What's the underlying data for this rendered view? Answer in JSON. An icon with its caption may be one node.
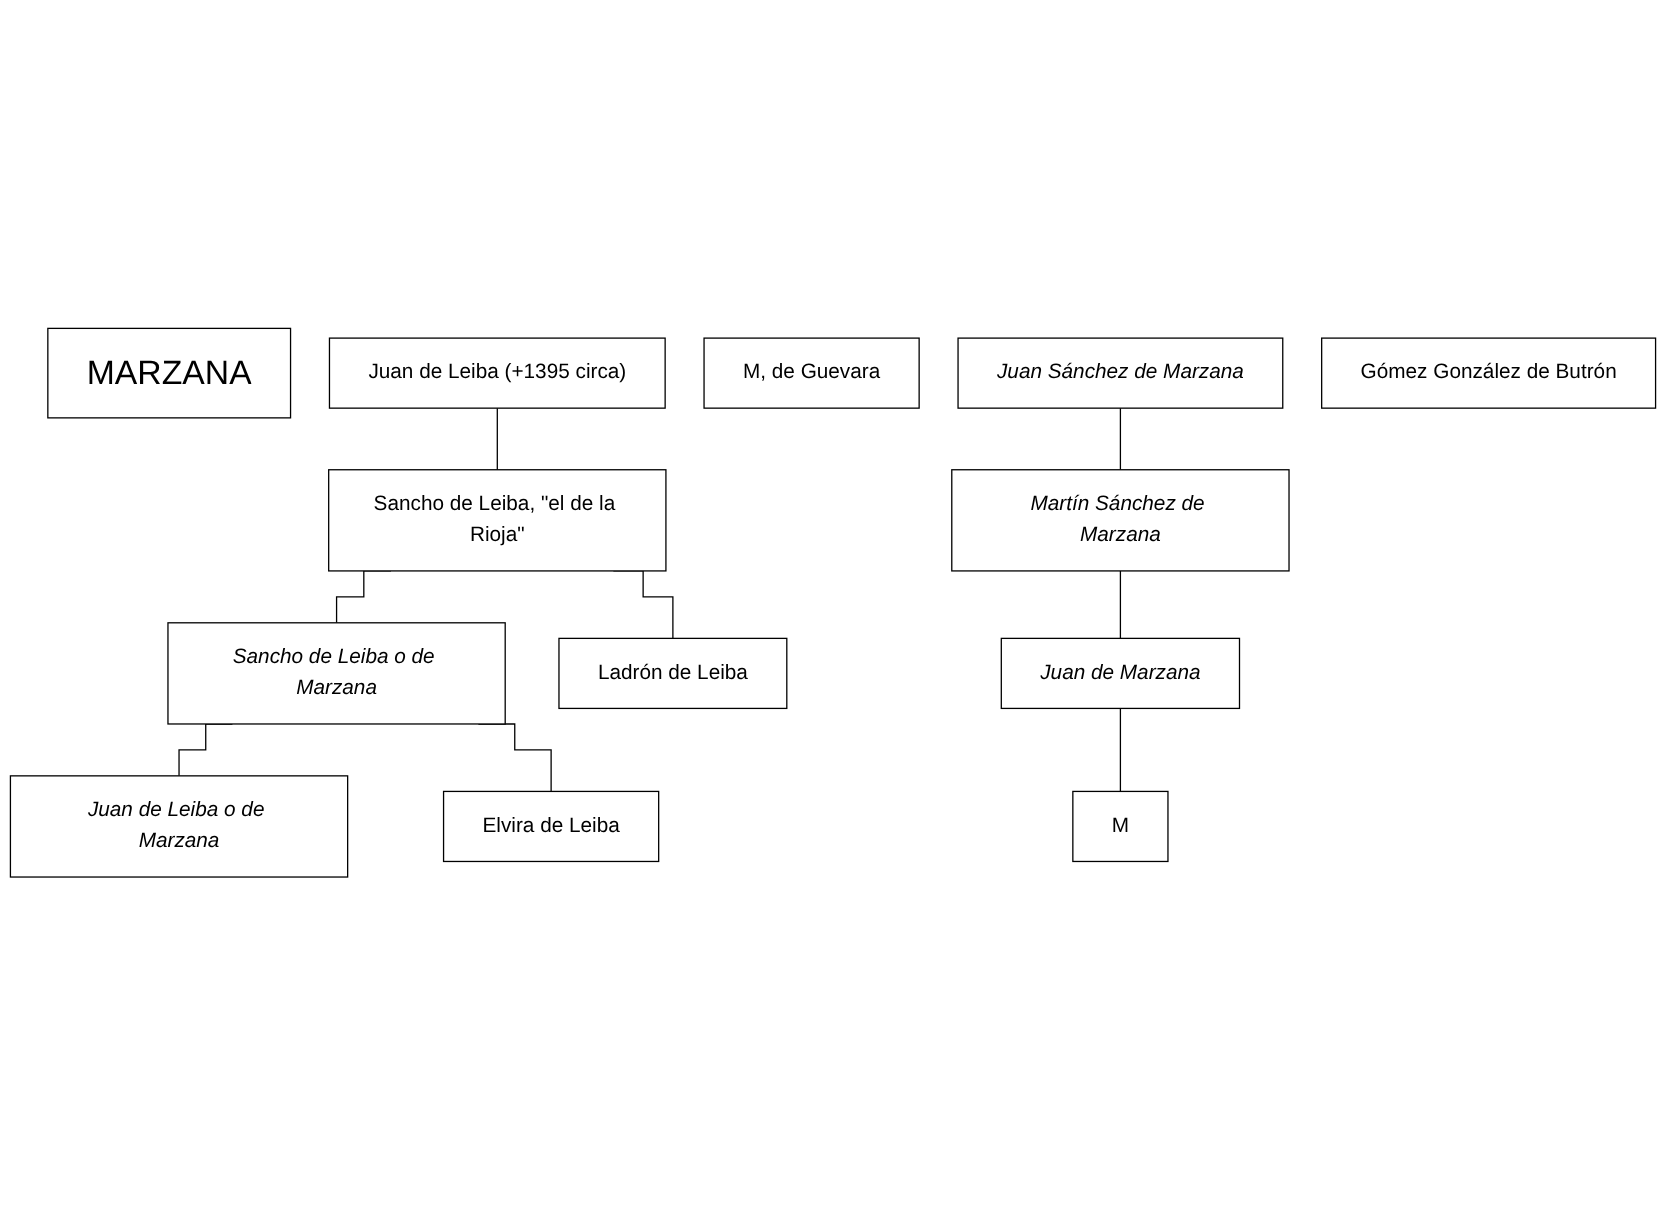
{
  "diagram": {
    "nodes": [
      {
        "text": [
          "MARZANA"
        ]
      },
      {
        "text": [
          "Juan de Leiba (+1395 circa)"
        ]
      },
      {
        "text": [
          "M, de Guevara"
        ]
      },
      {
        "text": [
          "Sancho de Leiba, \"el de la Rioja\""
        ]
      },
      {
        "text": [
          "Juan Sánchez de Marzana"
        ]
      },
      {
        "text": [
          "Martín Sánchez de Marzana"
        ]
      },
      {
        "text": [
          "Juan de Marzana"
        ]
      },
      {
        "text": [
          "Ladrón de Leiba"
        ]
      },
      {
        "text": [
          "Sancho de Leiba o de Marzana"
        ]
      },
      {
        "text": [
          "M"
        ]
      },
      {
        "text": [
          "Juan de Leiba o de Marzana"
        ]
      },
      {
        "text": [
          "Elvira de Leiba"
        ]
      },
      {
        "text": [
          "Gómez González de Butrón"
        ]
      }
    ],
    "edges": [
      {
        "from": 1,
        "to": 3,
        "arrow": "none"
      },
      {
        "from": 4,
        "to": 5,
        "arrow": "none"
      },
      {
        "from": 5,
        "to": 6,
        "arrow": "none"
      },
      {
        "from": 3,
        "to": 7,
        "arrow": "none"
      },
      {
        "from": 3,
        "to": 8,
        "arrow": "none"
      },
      {
        "from": 6,
        "to": 9,
        "arrow": "none"
      },
      {
        "from": 8,
        "to": 10,
        "arrow": "none"
      },
      {
        "from": 8,
        "to": 11,
        "arrow": "none"
      }
    ]
  }
}
